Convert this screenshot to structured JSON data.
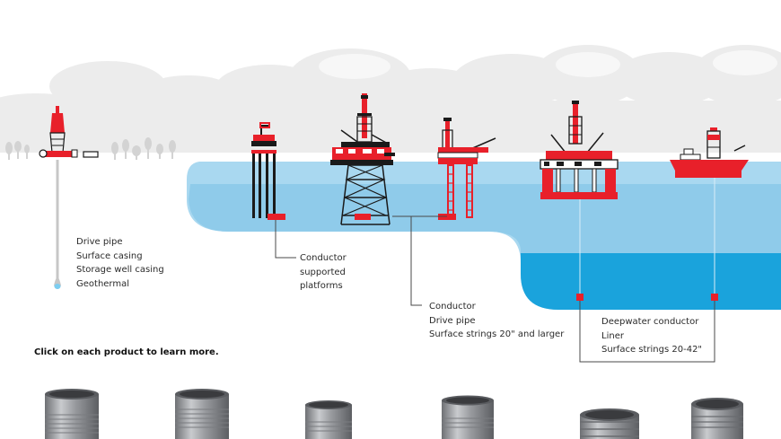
{
  "labels": {
    "onshore": [
      "Drive pipe",
      "Surface casing",
      "Storage well casing",
      "Geothermal"
    ],
    "conductor_supported": [
      "Conductor",
      "supported",
      "platforms"
    ],
    "conductor_drive": [
      "Conductor",
      "Drive pipe",
      "Surface strings 20\" and larger"
    ],
    "deepwater": [
      "Deepwater conductor",
      "Liner",
      "Surface strings 20-42\""
    ]
  },
  "instruction": "Click on each product to learn more.",
  "colors": {
    "accent_red": "#e8202a",
    "structure_black": "#1a1a1a",
    "shallow_water": "#a9d8f0",
    "deep_water": "#1aa3dc",
    "cloud": "#ececec",
    "pipe_gray": "#9a9ca0"
  }
}
